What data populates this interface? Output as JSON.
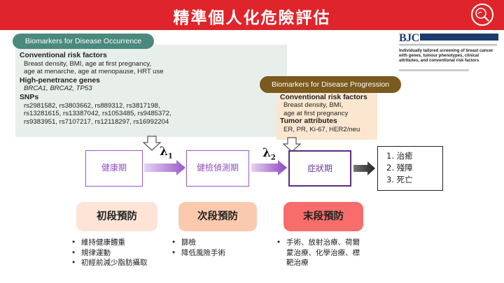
{
  "header": {
    "title": "精準個人化危險評估"
  },
  "occurrence": {
    "tag": "Biomarkers for Disease Occurrence",
    "sections": [
      {
        "heading": "Conventional risk factors",
        "lines": [
          "Breast density, BMI, age at first pregnancy,",
          "age at menarche, age at menopause, HRT use"
        ],
        "italic": false
      },
      {
        "heading": "High-penetrance genes",
        "lines": [
          "BRCA1, BRCA2, TP53"
        ],
        "italic": true
      },
      {
        "heading": "SNPs",
        "lines": [
          "rs2981582, rs3803662, rs889312, rs3817198,",
          "rs13281615, rs13387042, rs1053485, rs9485372,",
          "rs9383951, rs7107217, rs12118297, rs16992204"
        ],
        "italic": false
      }
    ]
  },
  "journal": {
    "logo": "BJC",
    "title": "Individually tailored screening of breast cancer with genes, tumour phenotypes, clinical attributes, and conventional risk factors"
  },
  "progression": {
    "tag": "Biomarkers for Disease Progression",
    "sections": [
      {
        "heading": "Conventional risk factors",
        "lines": [
          "Breast density, BMI,",
          "age at first pregnancy"
        ]
      },
      {
        "heading": "Tumor attributes",
        "lines": [
          "ER, PR, Ki-67, HER2/neu"
        ]
      }
    ]
  },
  "flow": {
    "stages": [
      "健康期",
      "健檢偵測期",
      "症狀期"
    ],
    "lambda1": "λ",
    "lambda1_sub": "1",
    "lambda2": "λ",
    "lambda2_sub": "2",
    "outcomes": [
      "1.   治癒",
      "2.   殘障",
      "3.   死亡"
    ]
  },
  "prevention": {
    "primary": {
      "label": "初段預防",
      "items": [
        "維持健康體重",
        "規律運動",
        "初經前減少脂肪攝取"
      ]
    },
    "secondary": {
      "label": "次段預防",
      "items": [
        "篩檢",
        "降低風險手術"
      ]
    },
    "tertiary": {
      "label": "末段預防",
      "items": [
        "手術、放射治療、荷爾",
        "蒙治療、化學治療、標",
        "靶治療"
      ]
    }
  },
  "colors": {
    "header": "#e0242b",
    "occurrence_tag": "#4a8a7e",
    "progression_tag": "#7b5a1f",
    "stage_border": "#9b59c6"
  }
}
